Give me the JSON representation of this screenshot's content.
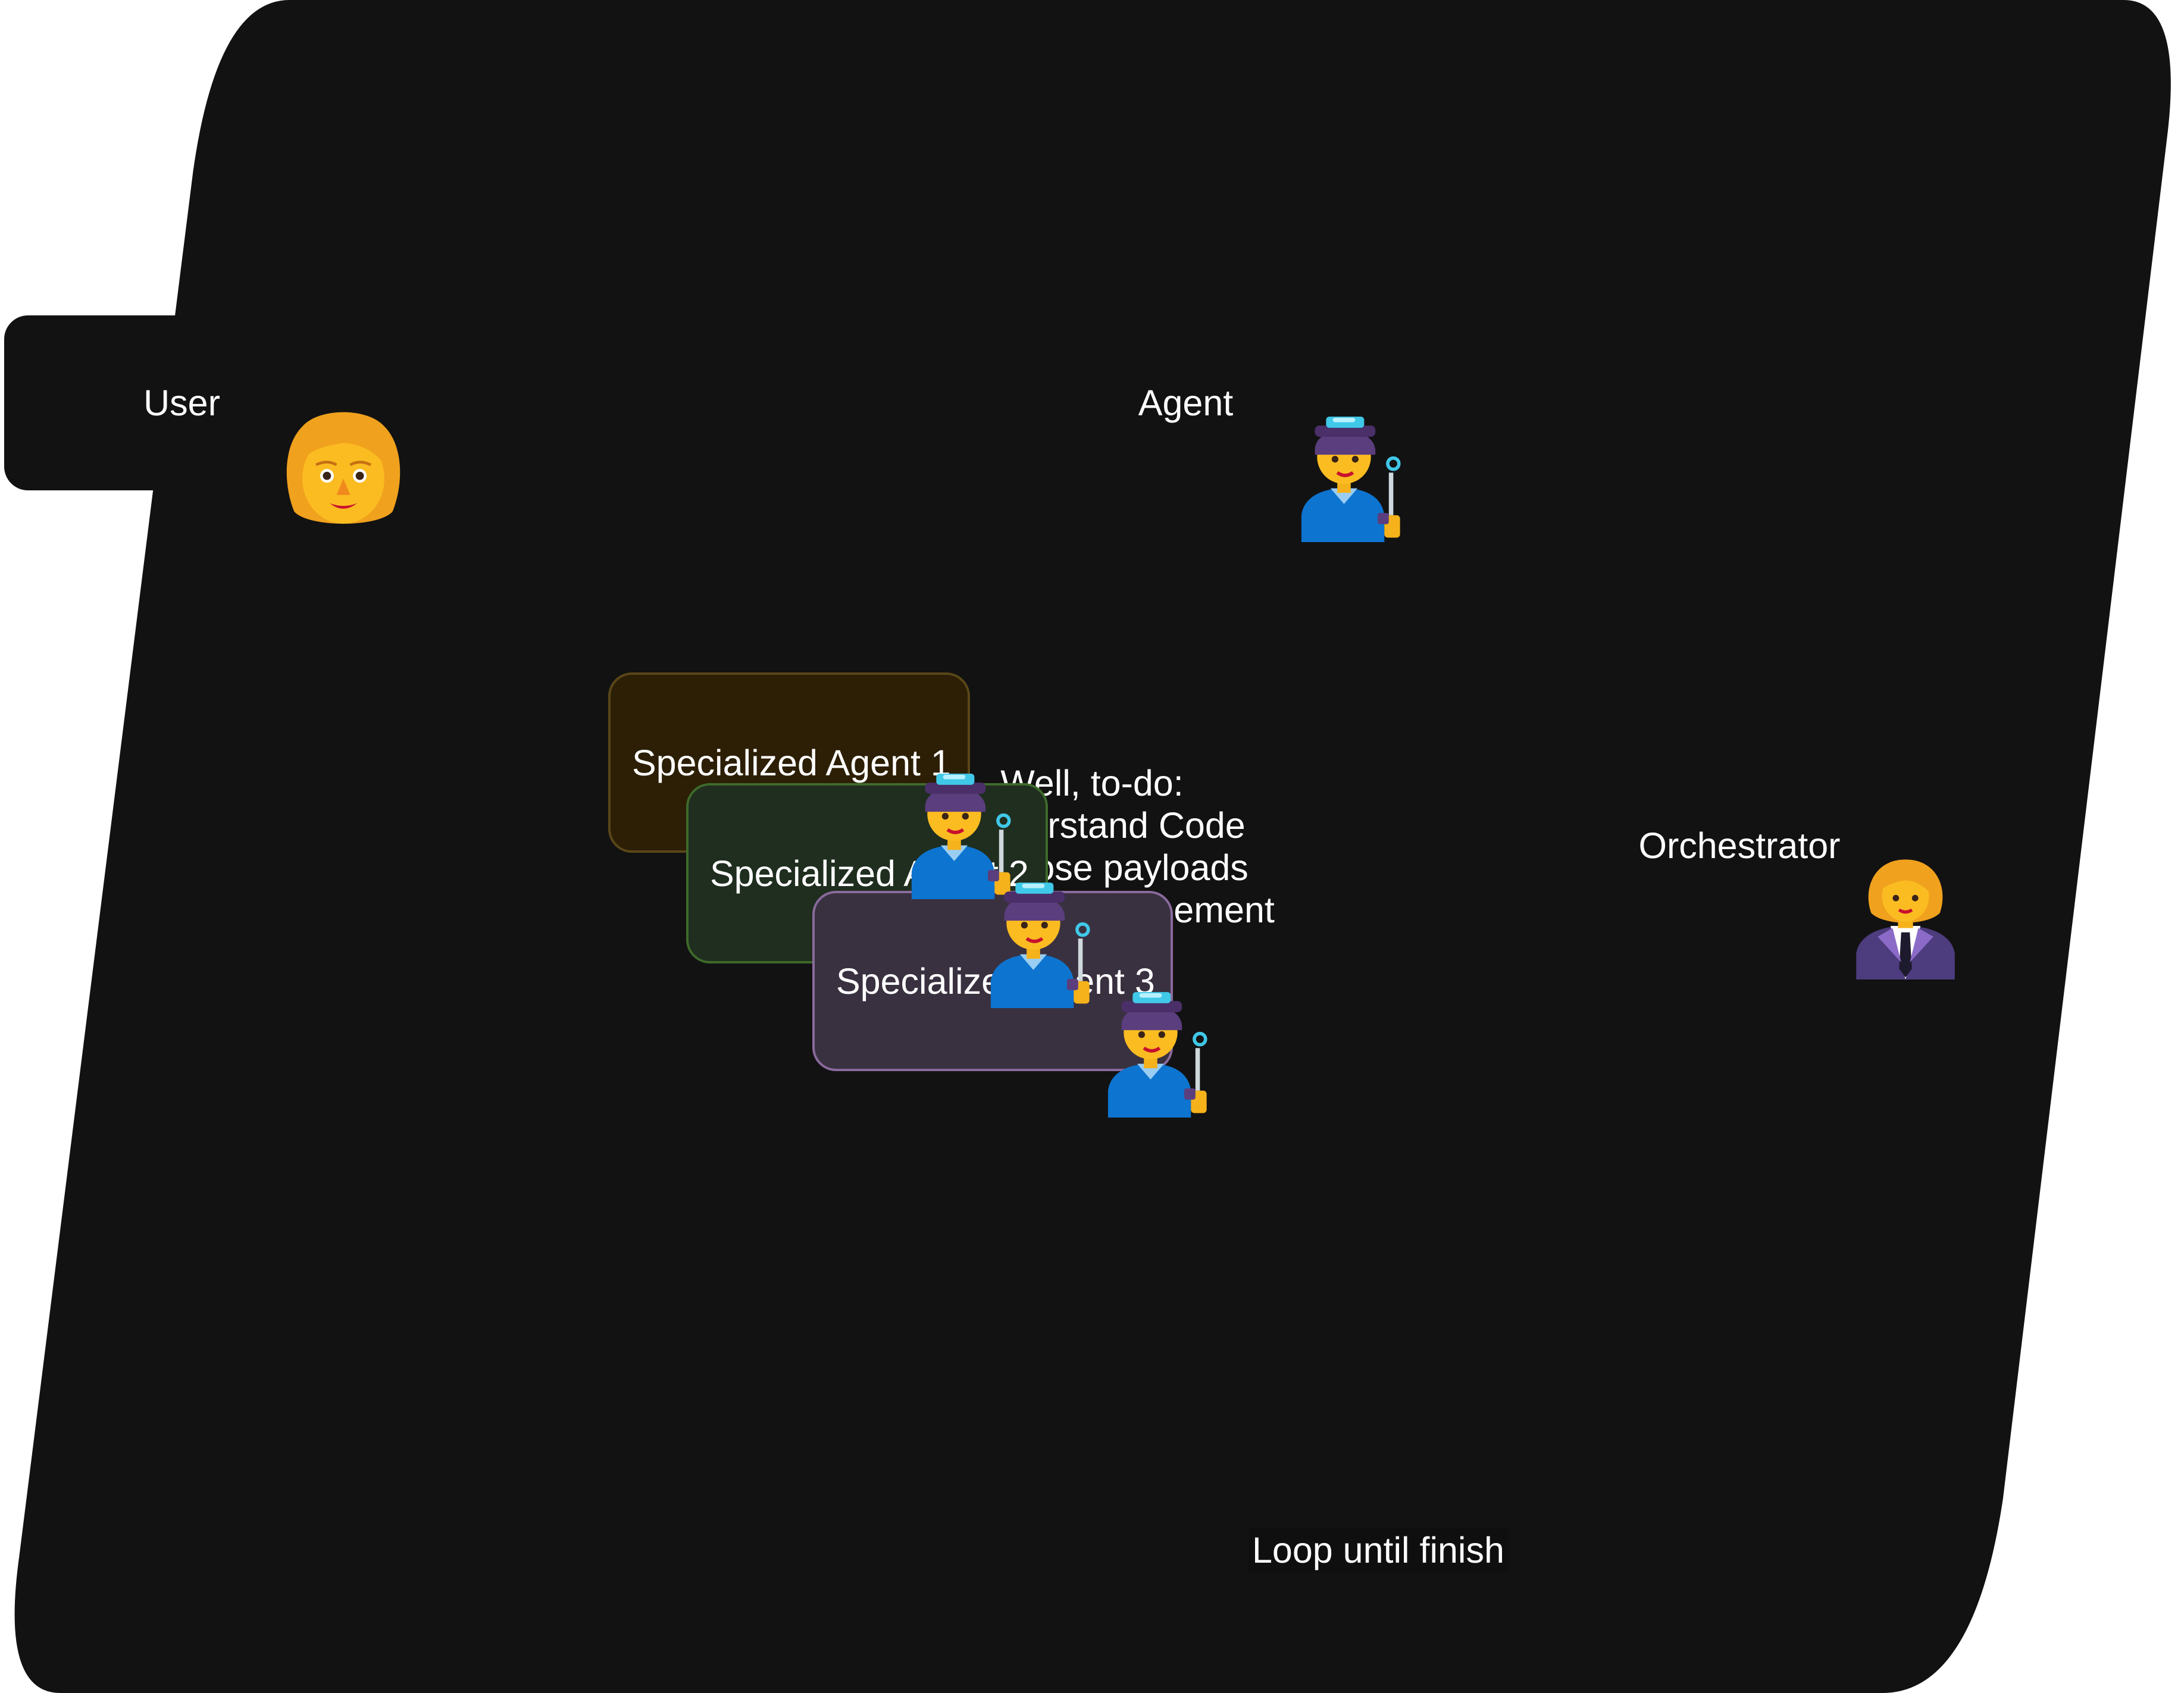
{
  "nodes": {
    "user": {
      "label": "User",
      "avatar_icon": "woman-icon"
    },
    "agent": {
      "label": "Agent",
      "avatar_icon": "woman-factory-worker-icon"
    },
    "todo": {
      "title": "Well, to-do:",
      "items": [
        "- Understand Code",
        "- Propose payloads",
        "- Verify and refinement"
      ]
    },
    "orchestrator": {
      "label": "Orchestrator",
      "avatar_icon": "woman-office-worker-icon"
    },
    "specialized_agents": [
      {
        "label": "Specialized Agent 1",
        "fill": "#2c1f06",
        "border": "#5a4718",
        "avatar_icon": "woman-factory-worker-icon"
      },
      {
        "label": "Specialized Agent 2",
        "fill": "#1f2e1f",
        "border": "#3e6a2a",
        "avatar_icon": "woman-factory-worker-icon"
      },
      {
        "label": "Specialized Agent 3",
        "fill": "#393140",
        "border": "#8a6a9c",
        "avatar_icon": "woman-factory-worker-icon"
      }
    ]
  },
  "loop_label": "Loop until finish",
  "colors": {
    "background": "#ffffff",
    "node_fill": "#121212",
    "text": "#ffffff",
    "skin": "#f5b21a",
    "hair": "#f0a11d",
    "helmet": "#5b3e7d",
    "overalls": "#0d74d0",
    "suit": "#4d3c7e"
  }
}
